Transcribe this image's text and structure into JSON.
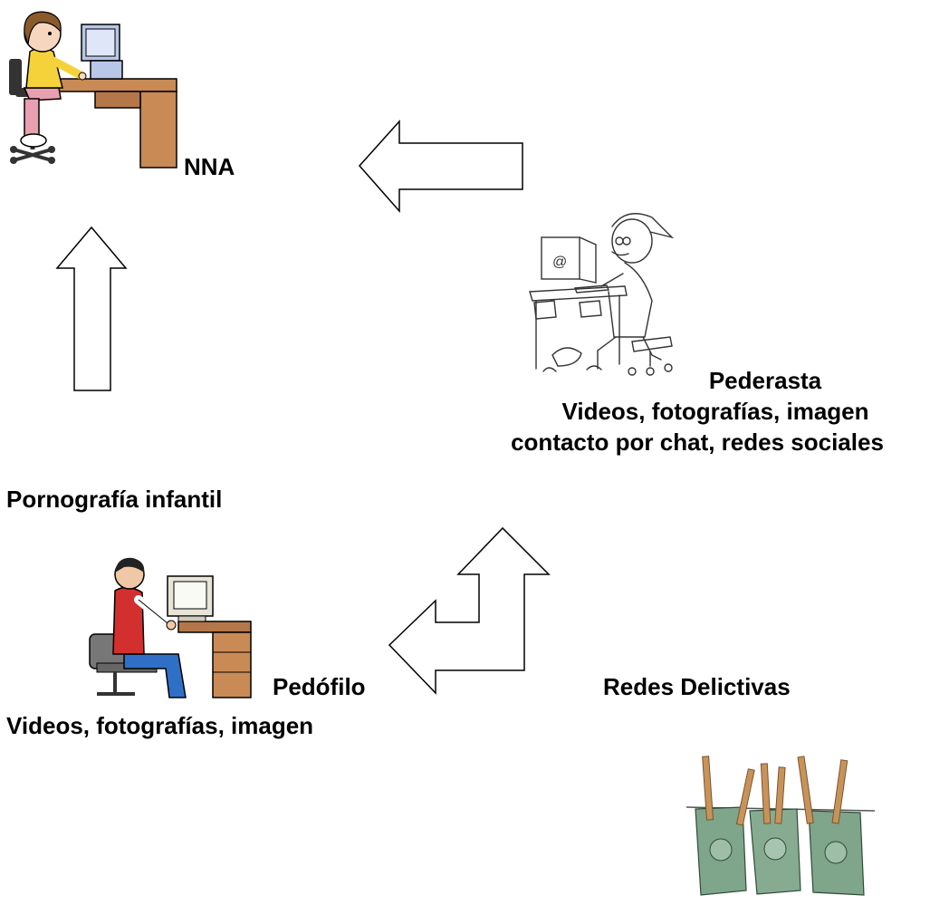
{
  "nodes": {
    "nna": {
      "label": "NNA"
    },
    "pederasta": {
      "title": "Pederasta",
      "line1": "Videos, fotografías, imagen",
      "line2": "contacto por chat, redes sociales"
    },
    "pornografia": {
      "label": "Pornografía infantil"
    },
    "pedofilo": {
      "title": "Pedófilo",
      "line1": "Videos, fotografías, imagen"
    },
    "redes": {
      "label": "Redes Delictivas"
    }
  },
  "colors": {
    "outline": "#000000",
    "girl_shirt": "#f5d23a",
    "girl_hair": "#8a5a2b",
    "desk_wood": "#c98a55",
    "man_shirt": "#d32f2f",
    "man_jeans": "#2f6fc6",
    "money_green": "#7fa58a",
    "clothespin": "#c8935a"
  },
  "icons": [
    "girl-at-computer-icon",
    "man-typing-sketch-icon",
    "man-at-computer-icon",
    "hanging-money-icon"
  ]
}
